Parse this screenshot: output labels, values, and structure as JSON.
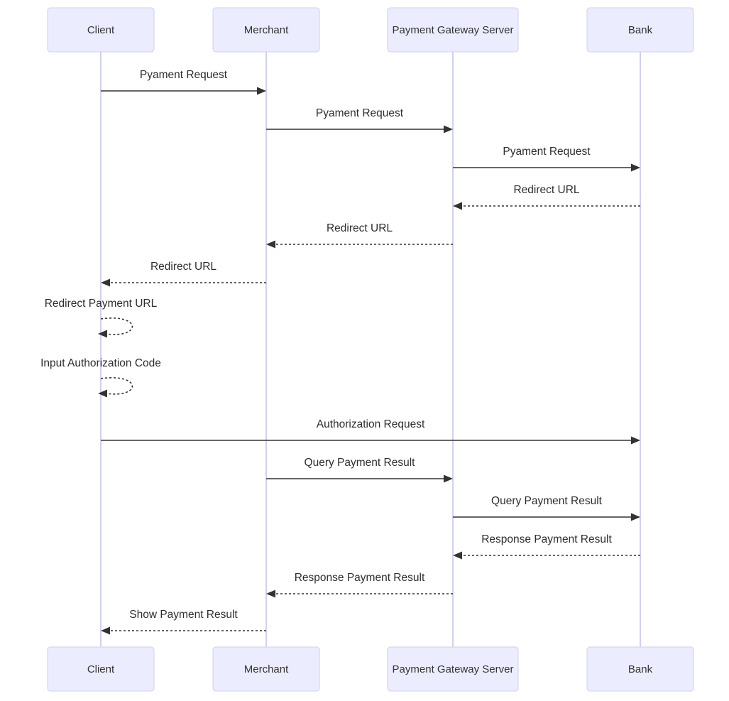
{
  "diagram": {
    "type": "sequence-diagram",
    "actors": [
      {
        "id": "client",
        "label": "Client"
      },
      {
        "id": "merchant",
        "label": "Merchant"
      },
      {
        "id": "gateway",
        "label": "Payment Gateway Server"
      },
      {
        "id": "bank",
        "label": "Bank"
      }
    ],
    "messages": [
      {
        "from": "client",
        "to": "merchant",
        "label": "Pyament Request",
        "style": "solid"
      },
      {
        "from": "merchant",
        "to": "gateway",
        "label": "Pyament Request",
        "style": "solid"
      },
      {
        "from": "gateway",
        "to": "bank",
        "label": "Pyament Request",
        "style": "solid"
      },
      {
        "from": "bank",
        "to": "gateway",
        "label": "Redirect URL",
        "style": "dashed"
      },
      {
        "from": "gateway",
        "to": "merchant",
        "label": "Redirect URL",
        "style": "dashed"
      },
      {
        "from": "merchant",
        "to": "client",
        "label": "Redirect URL",
        "style": "dashed"
      },
      {
        "from": "client",
        "to": "client",
        "label": "Redirect Payment URL",
        "style": "dashed"
      },
      {
        "from": "client",
        "to": "client",
        "label": "Input Authorization Code",
        "style": "dashed"
      },
      {
        "from": "client",
        "to": "bank",
        "label": "Authorization Request",
        "style": "solid"
      },
      {
        "from": "merchant",
        "to": "gateway",
        "label": "Query Payment Result",
        "style": "solid"
      },
      {
        "from": "gateway",
        "to": "bank",
        "label": "Query Payment Result",
        "style": "solid"
      },
      {
        "from": "bank",
        "to": "gateway",
        "label": "Response Payment Result",
        "style": "dashed"
      },
      {
        "from": "gateway",
        "to": "merchant",
        "label": "Response Payment Result",
        "style": "dashed"
      },
      {
        "from": "merchant",
        "to": "client",
        "label": "Show Payment Result",
        "style": "dashed"
      }
    ],
    "colors": {
      "actor_fill": "#ECECFF",
      "actor_border": "#CFCFEF",
      "lifeline": "#CBCBEF",
      "arrow": "#333333",
      "label_text": "#2D2D2D",
      "background": "#FFFFFF"
    }
  }
}
